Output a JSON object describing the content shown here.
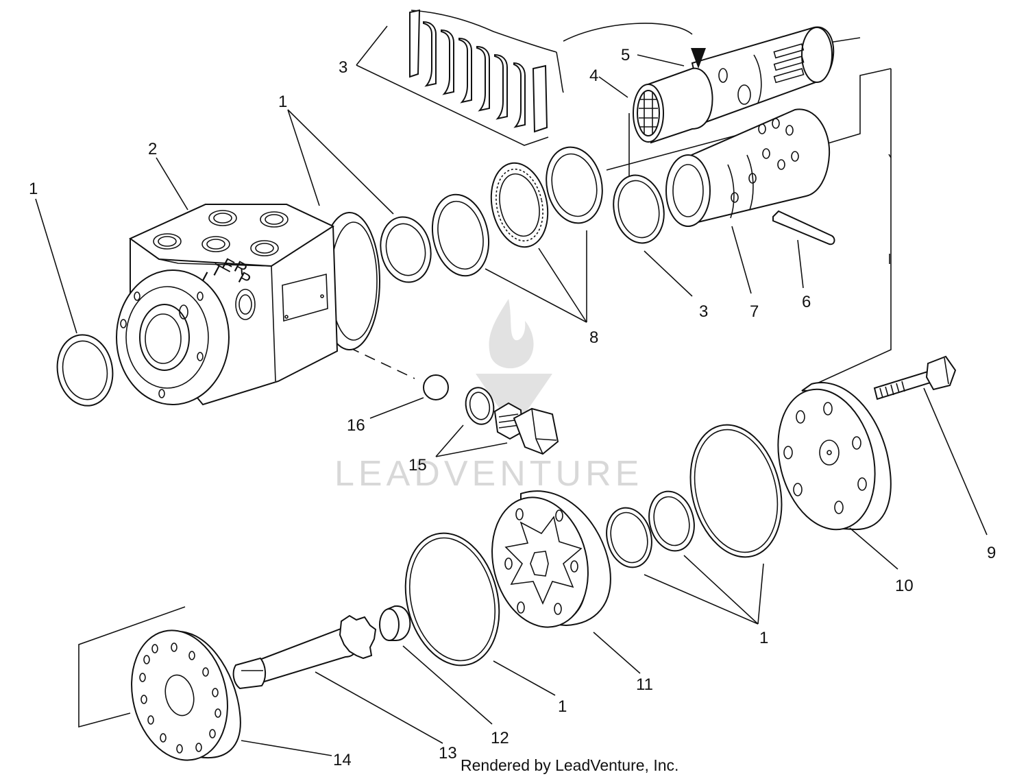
{
  "credit": "Rendered by LeadVenture, Inc.",
  "watermark": "LEADVENTURE",
  "housing_marking": [
    "T",
    "E",
    "R",
    "L",
    "P"
  ],
  "callouts": [
    {
      "key": "c1a",
      "text": "1"
    },
    {
      "key": "c2",
      "text": "2"
    },
    {
      "key": "c1b",
      "text": "1"
    },
    {
      "key": "c3a",
      "text": "3"
    },
    {
      "key": "c4",
      "text": "4"
    },
    {
      "key": "c5",
      "text": "5"
    },
    {
      "key": "c3b",
      "text": "3"
    },
    {
      "key": "c7",
      "text": "7"
    },
    {
      "key": "c6",
      "text": "6"
    },
    {
      "key": "c8",
      "text": "8"
    },
    {
      "key": "c16",
      "text": "16"
    },
    {
      "key": "c15",
      "text": "15"
    },
    {
      "key": "c9",
      "text": "9"
    },
    {
      "key": "c10",
      "text": "10"
    },
    {
      "key": "c1c",
      "text": "1"
    },
    {
      "key": "c11",
      "text": "11"
    },
    {
      "key": "c1d",
      "text": "1"
    },
    {
      "key": "c12",
      "text": "12"
    },
    {
      "key": "c13",
      "text": "13"
    },
    {
      "key": "c14",
      "text": "14"
    }
  ]
}
